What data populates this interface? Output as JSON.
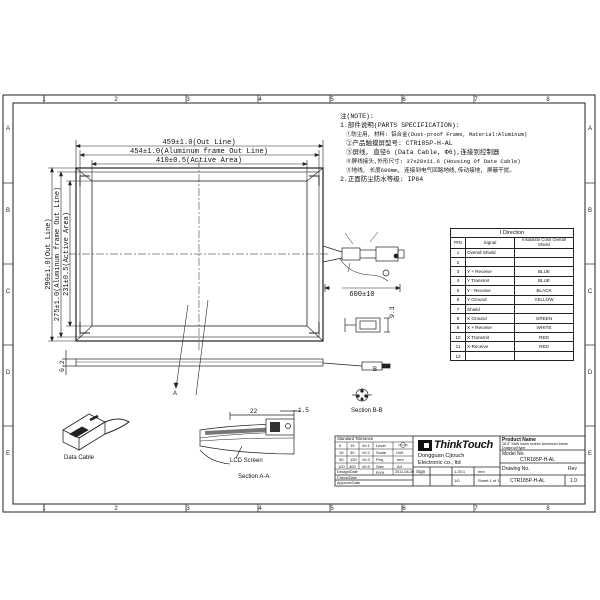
{
  "frame": {
    "col_labels": [
      "1",
      "2",
      "3",
      "4",
      "5",
      "6",
      "7",
      "8"
    ],
    "row_labels": [
      "A",
      "B",
      "C",
      "D",
      "E"
    ]
  },
  "dimensions": {
    "out_line_w": "459±1.0(Out Line)",
    "frame_w": "454±1.0(Aluminum frame Out Line)",
    "active_w": "410±0.5(Active Area)",
    "out_line_h": "290±1.0(Out Line)",
    "frame_h": "275±1.0(Aluminum frame Out Line)",
    "active_h": "231±0.5(Active Area)",
    "cable_len": "600±10",
    "connector_h": "9.3",
    "side_thickness": "6.2",
    "sec_22": "22",
    "sec_15": "1.5"
  },
  "notes": {
    "title": "注(NOTE):",
    "lines": [
      "1.部件说明(PARTS SPECIFICATION):",
      "①防尘用, 材料: 铝合金(Dust-proof Frame, Material:Aluminum)",
      "②产品触摸屏型号: CTR185P-H-AL",
      "③屏线, 直径6 (Data Cable, Φ6),连接到控制器",
      "④屏线接头,外形尺寸: 37x20x11.6 (Housing Of Date Cable)",
      "⑤地线, 长度600mm, 连接到电气回路地线,传动接地, 屏蔽干扰。",
      "2.正面防尘防水等级: IP64"
    ]
  },
  "labels": {
    "data_cable": "Data Cable",
    "lcd_screen": "LCD Screen",
    "section_aa": "Section A-A",
    "section_bb": "Section B-B",
    "marker_a": "A",
    "marker_b": "B"
  },
  "pin_table": {
    "title": "I Direction",
    "headers": [
      "PIN",
      "Signal",
      "Insulation Color Overall Shield"
    ],
    "rows": [
      [
        "1",
        "Overall Shield",
        ""
      ],
      [
        "2",
        "",
        ""
      ],
      [
        "3",
        "Y + Receive",
        "BLUE"
      ],
      [
        "4",
        "Y Transmit",
        "BLUE"
      ],
      [
        "5",
        "Y - Receive",
        "BLACK"
      ],
      [
        "6",
        "Y Ground",
        "YELLOW"
      ],
      [
        "7",
        "Shield",
        ""
      ],
      [
        "8",
        "X Ground",
        "GREEN"
      ],
      [
        "9",
        "X + Receive",
        "WHITE"
      ],
      [
        "10",
        "X Transmit",
        "RED"
      ],
      [
        "11",
        "X-Receive",
        "RED"
      ],
      [
        "12",
        "",
        ""
      ]
    ]
  },
  "title_block": {
    "tolerance_title": "Standard Tolerance",
    "tolerance_rows": [
      [
        "0",
        "10",
        "±0.1",
        "Level"
      ],
      [
        "10",
        "30",
        "±0.2",
        "Scale",
        "Unit"
      ],
      [
        "30",
        "120",
        "±0.3",
        "Proj.",
        "mm"
      ],
      [
        "120",
        "400",
        "±0.5",
        "Size",
        "A4"
      ]
    ],
    "designed": "Design/Date",
    "checked": "Check/Date",
    "approved": "Approve/Date",
    "drawn_by": "RYH",
    "date": "2011-08-30",
    "company_logo": "ThinkTouch",
    "company_cn": "Dongguan Cjtouch",
    "company_en": "Electronic co., ltd",
    "product_name_label": "Product Name",
    "product_name": "18.5\" SAW touch screen Aluminum frame Dustproof type",
    "model_label": "Model No.",
    "model": "CTR185P-H-AL",
    "drawing_label": "Drawing No.",
    "drawing_no": "CTR185P-H-AL",
    "rev_label": "Rev",
    "rev": "1.0",
    "sign_label": "Sign",
    "scale_value": "1.25:1",
    "unit_value": "mm",
    "qty_label": "1/0",
    "sheet": "Sheet 1 of 1"
  }
}
